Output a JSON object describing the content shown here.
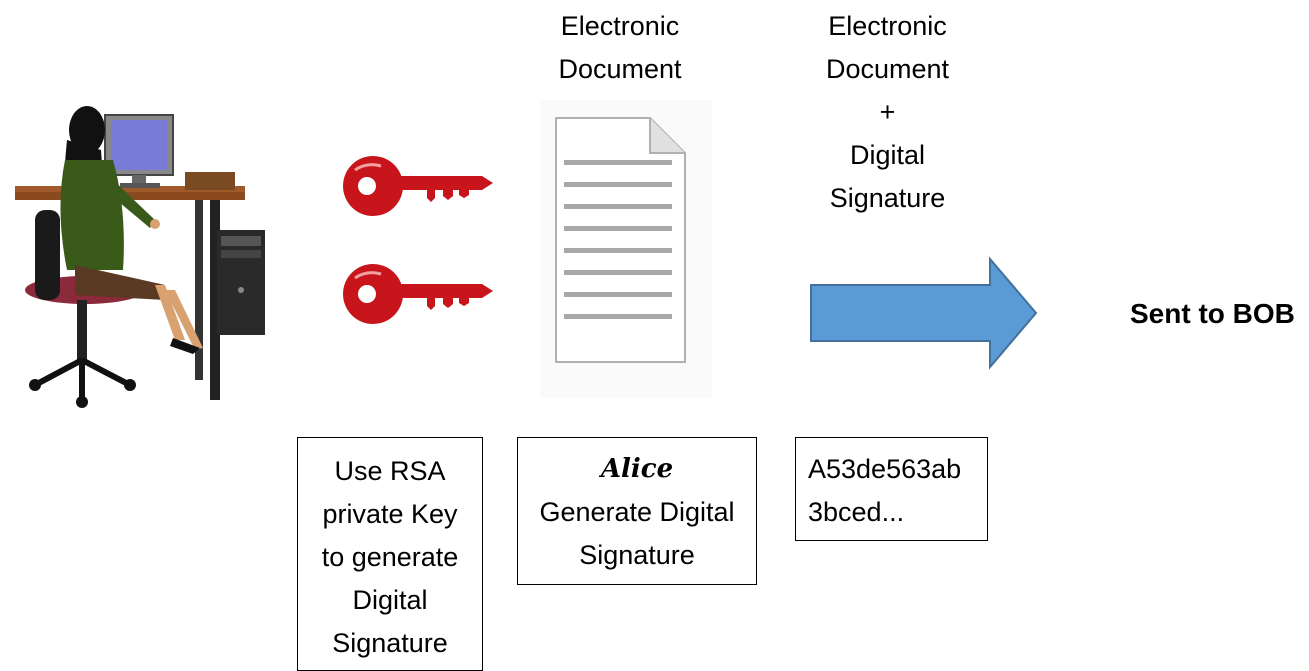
{
  "doc_label": "Electronic Document",
  "combined_label": {
    "line1": "Electronic",
    "line2": "Document",
    "line3": "+",
    "line4": "Digital",
    "line5": "Signature"
  },
  "sent_label": "Sent to BOB",
  "rsa_box": {
    "lines": [
      "Use RSA",
      "private Key",
      "to generate",
      "Digital",
      "Signature"
    ]
  },
  "alice_box": {
    "signature": "Alice",
    "line1": "Generate Digital",
    "line2": "Signature"
  },
  "hash_box": {
    "line1": "A53de563ab",
    "line2": "3bced..."
  },
  "icons": [
    "person-at-computer-icon",
    "red-key-icon",
    "red-key-icon",
    "document-icon",
    "right-arrow-icon"
  ],
  "colors": {
    "key_red": "#c8141b",
    "arrow_blue": "#5b9bd5",
    "arrow_border": "#41719c"
  }
}
